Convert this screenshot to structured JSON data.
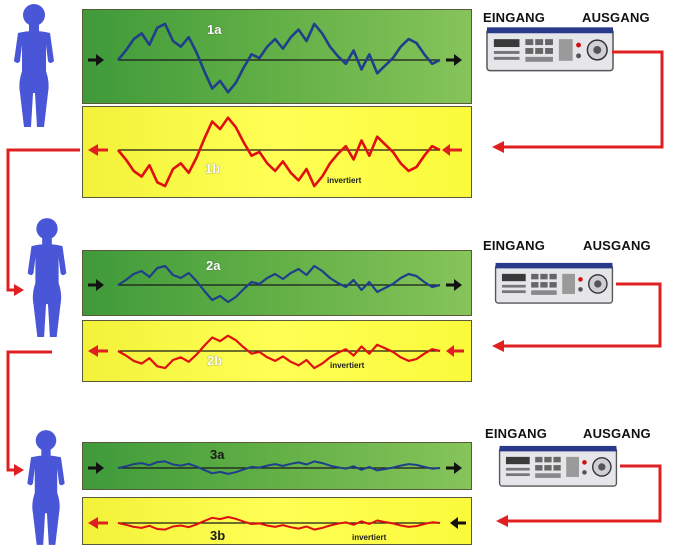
{
  "colors": {
    "green_panel": "#4fa63e",
    "yellow_panel": "#ffff4a",
    "wave_blue": "#1f3f8a",
    "wave_red": "#e01010",
    "human_figure": "#4a56d8",
    "connector_red": "#e02020",
    "device_body": "#e6e6ea"
  },
  "icons": {
    "human": "human-figure-icon",
    "device": "device-unit-icon",
    "arrow": "arrow-icon"
  },
  "stages": [
    {
      "input_label": "EINGANG",
      "output_label": "AUSGANG",
      "wave_a_label": "1a",
      "wave_b_label": "1b",
      "inverted_label": "invertiert"
    },
    {
      "input_label": "EINGANG",
      "output_label": "AUSGANG",
      "wave_a_label": "2a",
      "wave_b_label": "2b",
      "inverted_label": "invertiert"
    },
    {
      "input_label": "EINGANG",
      "output_label": "AUSGANG",
      "wave_a_label": "3a",
      "wave_b_label": "3b",
      "inverted_label": "invertiert"
    }
  ]
}
